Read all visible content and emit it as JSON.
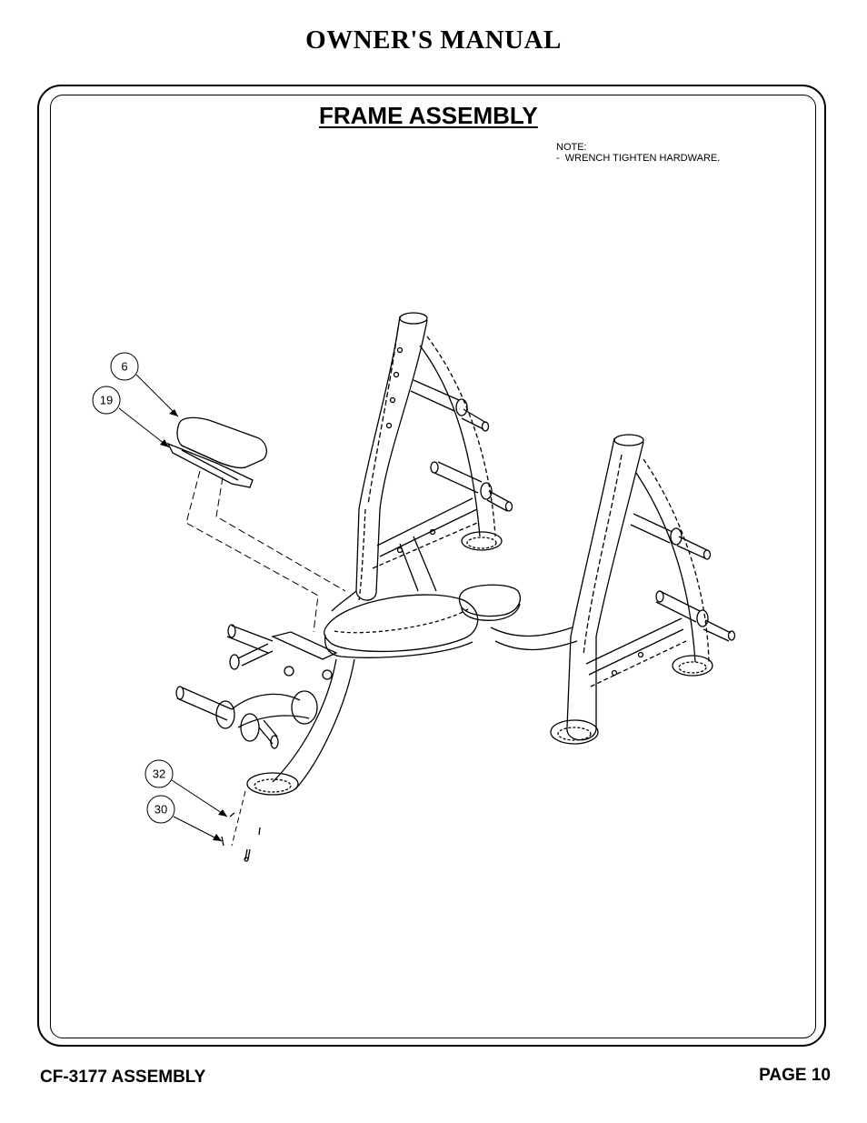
{
  "header": {
    "manual_title": "OWNER'S MANUAL"
  },
  "section": {
    "title": "FRAME ASSEMBLY"
  },
  "note": {
    "heading": "NOTE:",
    "line1": "-  WRENCH TIGHTEN HARDWARE."
  },
  "callouts": {
    "c6": "6",
    "c19": "19",
    "c32": "32",
    "c30": "30"
  },
  "footer": {
    "model": "CF-3177 ASSEMBLY",
    "page": "PAGE 10"
  }
}
